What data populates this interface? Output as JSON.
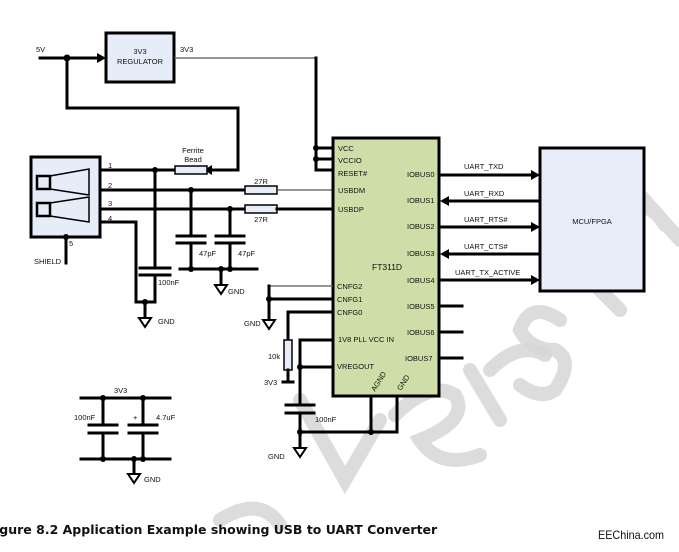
{
  "figure": {
    "caption": "igure 8.2 Application Example showing USB to UART Converter",
    "source_watermark": "EEChina.com",
    "background_watermark": "Version"
  },
  "power": {
    "input_label": "5V",
    "regulator_line1": "3V3",
    "regulator_line2": "REGULATOR",
    "output_label": "3V3"
  },
  "usb_connector": {
    "pins": [
      "1",
      "2",
      "3",
      "4",
      "5"
    ],
    "shield_label": "SHIELD"
  },
  "components": {
    "ferrite_line1": "Ferrite",
    "ferrite_line2": "Bead",
    "r_usbdm": "27R",
    "r_usbdp": "27R",
    "c_vbus": "100nF",
    "c_dm": "47pF",
    "c_dp": "47pF",
    "r_pullup": "10k",
    "r_pullup_supply": "3V3",
    "c_vregout": "100nF",
    "decoupling_rail": "3V3",
    "c_decouple_1": "100nF",
    "c_decouple_2": "4.7uF",
    "c_decouple_2_polarity": "+"
  },
  "grounds": {
    "gnd_vbus": "GND",
    "gnd_data_caps": "GND",
    "gnd_cnfg": "GND",
    "gnd_vregout": "GND",
    "gnd_decouple": "GND"
  },
  "chip": {
    "name": "FT311D",
    "left_pins": [
      "VCC",
      "VCCIO",
      "RESET#",
      "USBDM",
      "USBDP",
      "CNFG2",
      "CNFG1",
      "CNFG0",
      "1V8 PLL VCC IN",
      "VREGOUT"
    ],
    "right_pins": [
      "IOBUS0",
      "IOBUS1",
      "IOBUS2",
      "IOBUS3",
      "IOBUS4",
      "IOBUS5",
      "IOBUS6",
      "IOBUS7"
    ],
    "bottom_pins": [
      "AGND",
      "GND"
    ],
    "fill_color": "#cfdea8"
  },
  "signals": [
    {
      "name": "UART_TXD",
      "direction": "to-mcu"
    },
    {
      "name": "UART_RXD",
      "direction": "to-chip"
    },
    {
      "name": "UART_RTS#",
      "direction": "to-mcu"
    },
    {
      "name": "UART_CTS#",
      "direction": "to-chip"
    },
    {
      "name": "UART_TX_ACTIVE",
      "direction": "to-mcu"
    }
  ],
  "mcu": {
    "label": "MCU/FPGA",
    "fill_color": "#e8eef9"
  }
}
